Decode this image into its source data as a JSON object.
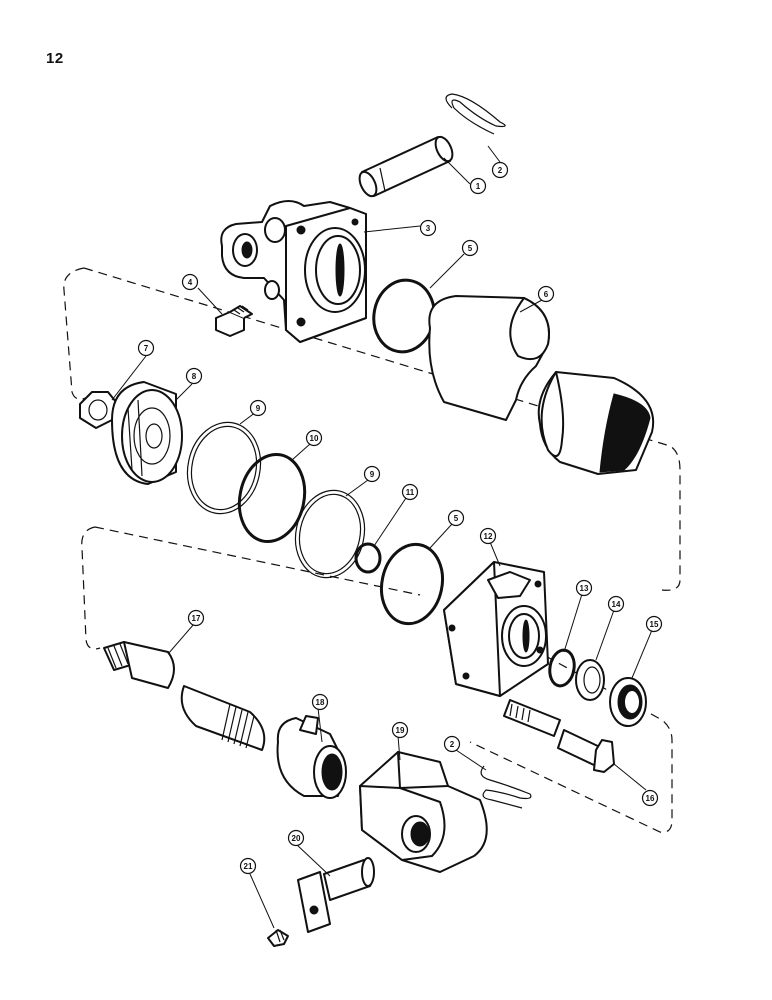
{
  "page": {
    "number": "12"
  },
  "callouts": [
    "1",
    "2",
    "3",
    "4",
    "5",
    "6",
    "7",
    "8",
    "9",
    "10",
    "9",
    "11",
    "5",
    "12",
    "13",
    "14",
    "15",
    "16",
    "17",
    "18",
    "19",
    "2",
    "20",
    "21"
  ]
}
